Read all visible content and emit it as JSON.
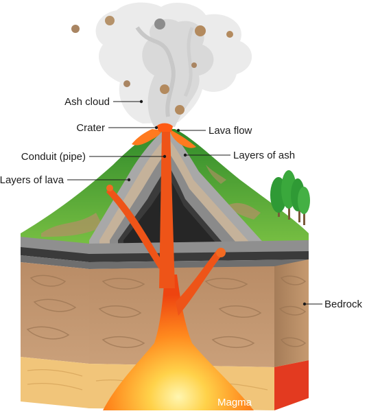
{
  "labels": {
    "ash_cloud": "Ash cloud",
    "crater": "Crater",
    "lava_flow": "Lava flow",
    "conduit": "Conduit (pipe)",
    "layers_of_ash": "Layers of ash",
    "layers_of_lava": "Layers of lava",
    "bedrock": "Bedrock",
    "magma": "Magma"
  },
  "colors": {
    "grass": "#5fae3a",
    "lava": "#f04a14",
    "bedrock": "#c49a72",
    "sand": "#f0c070",
    "ash": "#e6e6e6"
  }
}
